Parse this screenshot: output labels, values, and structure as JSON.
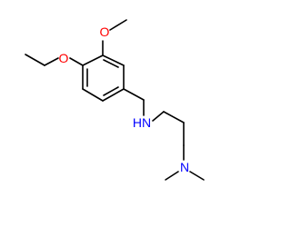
{
  "molecule": {
    "atoms": {
      "oxygen_methoxy": "O",
      "oxygen_ethoxy": "O",
      "amine_nh": "HN",
      "amine_n": "N"
    },
    "colors": {
      "oxygen": "#FF0000",
      "nitrogen": "#0000FF",
      "bond": "#000000",
      "background": "#FFFFFF"
    }
  }
}
